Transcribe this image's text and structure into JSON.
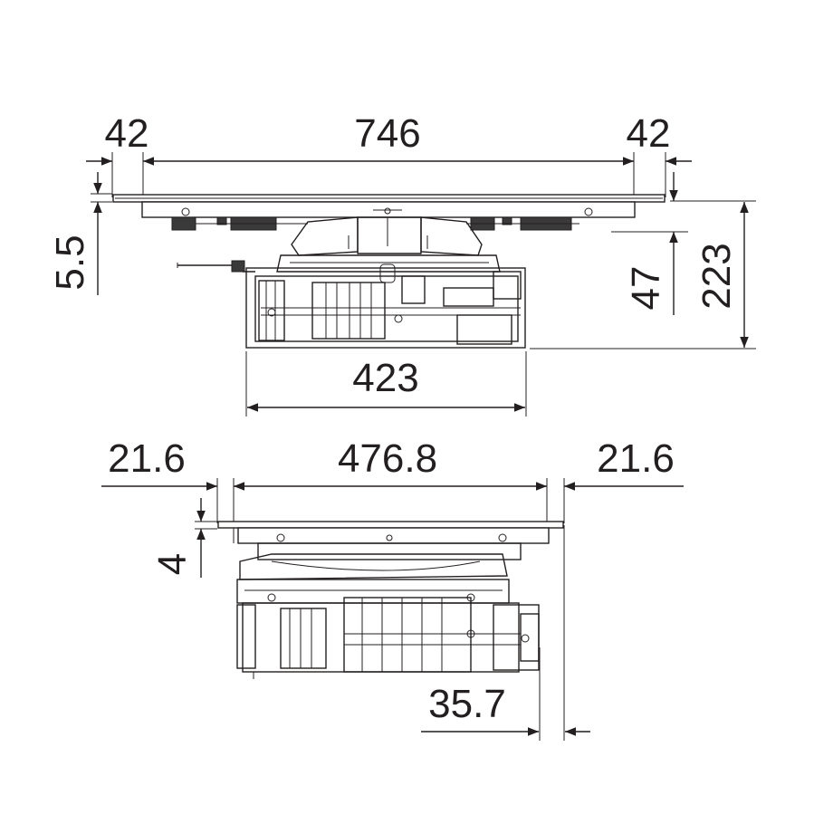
{
  "top_view": {
    "dim_left_margin": "42",
    "dim_width": "746",
    "dim_right_margin": "42",
    "dim_glass_thickness": "5.5",
    "dim_glass_depth": "47",
    "dim_total_height": "223",
    "dim_body_width": "423"
  },
  "side_view": {
    "dim_left_margin": "21.6",
    "dim_width": "476.8",
    "dim_right_margin": "21.6",
    "dim_glass_thickness": "4",
    "dim_offset": "35.7"
  },
  "colors": {
    "line": "#231f20",
    "background": "#ffffff"
  }
}
